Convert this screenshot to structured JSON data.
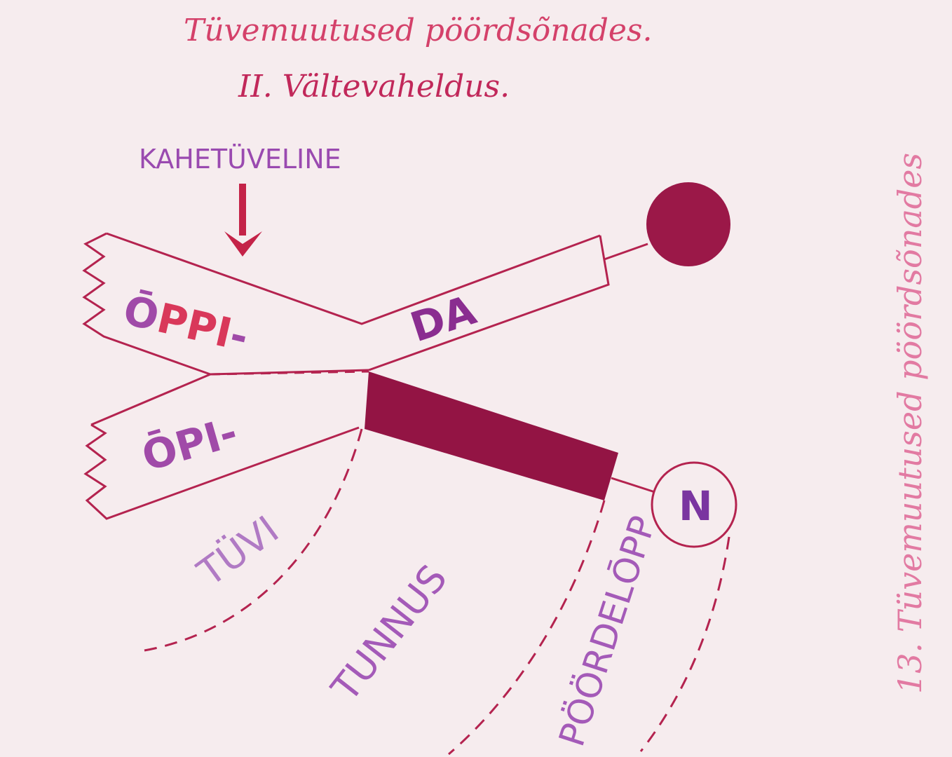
{
  "title": "Tüvemuutused pöördsõnades.",
  "subtitle": "II. Vältevaheldus.",
  "side_caption": "13. Tüvemuutused pöördsõnades",
  "pointer_label": "KAHETÜVELINE",
  "stem_strong": {
    "long_mark": "Ō",
    "rest": "PPI",
    "dash": "-"
  },
  "stem_weak": "ŌPI-",
  "marker": "DA",
  "ending_marker": "N",
  "arc_labels": {
    "stem": "TÜVI",
    "marker": "TUNNUS",
    "ending": "PÖÖRDELŌPP"
  },
  "colors": {
    "red": "#d23c55",
    "crimson": "#9c1745",
    "purple": "#9a4ab0",
    "violet": "#7a3aa0",
    "pink_caption": "#e07aa0",
    "background": "#f6ecee"
  }
}
